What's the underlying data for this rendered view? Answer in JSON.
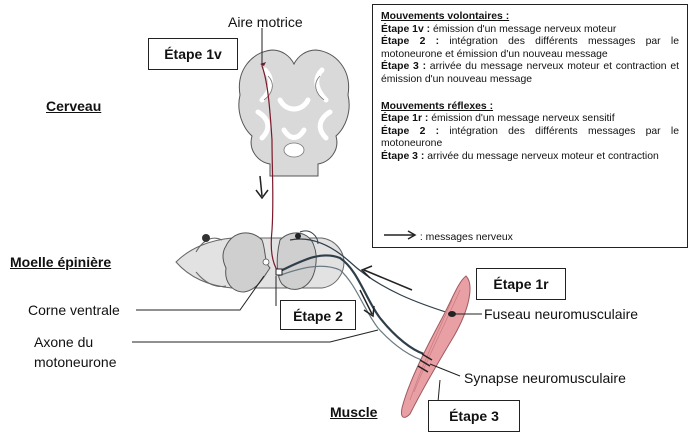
{
  "labels": {
    "aire_motrice": "Aire motrice",
    "cerveau": "Cerveau",
    "moelle": "Moelle épinière",
    "corne_ventrale": "Corne ventrale",
    "axone_l1": "Axone du",
    "axone_l2": "motoneurone",
    "muscle": "Muscle",
    "fuseau": "Fuseau neuromusculaire",
    "synapse": "Synapse neuromusculaire"
  },
  "steps": {
    "s1v": "Étape 1v",
    "s1r": "Étape 1r",
    "s2": "Étape 2",
    "s3": "Étape 3"
  },
  "legend": {
    "vol_title": "Mouvements volontaires :",
    "vol_1_b": "Étape 1v :",
    "vol_1_t": " émission d'un message nerveux moteur",
    "vol_2_b": "Étape 2 :",
    "vol_2_t": " intégration des différents messages par le motoneurone et émission d'un nouveau message",
    "vol_3_b": "Étape 3 :",
    "vol_3_t": " arrivée du message nerveux moteur et contraction et émission d'un nouveau message",
    "ref_title": "Mouvements réflexes :",
    "ref_1_b": "Étape 1r :",
    "ref_1_t": " émission d'un message nerveux sensitif",
    "ref_2_b": "Étape 2 :",
    "ref_2_t": " intégration des différents messages par le motoneurone",
    "ref_3_b": "Étape 3 :",
    "ref_3_t": " arrivée du message nerveux moteur et contraction",
    "key": ": messages nerveux"
  },
  "colors": {
    "tissue": "#d6d6d6",
    "outline": "#555555",
    "pathway_voluntary": "#7a1a2a",
    "pathway_reflex": "#2f3f4a",
    "muscle": "#e8a0a4"
  }
}
